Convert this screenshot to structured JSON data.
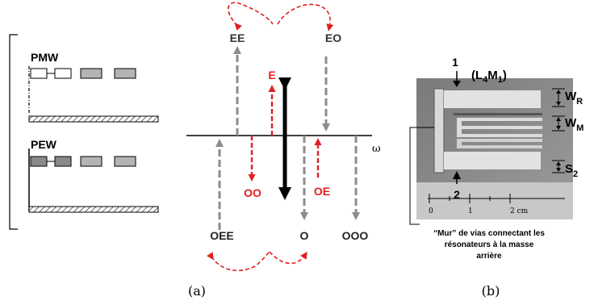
{
  "panel_a": {
    "labels": {
      "pmw": "PMW",
      "pew": "PEW",
      "ee": "EE",
      "eo": "EO",
      "e": "E",
      "oo": "OO",
      "oe": "OE",
      "oee": "OEE",
      "o": "O",
      "ooo": "OOO",
      "omega": "ω"
    },
    "caption": "(a)"
  },
  "panel_b": {
    "labels": {
      "port1": "1",
      "l4m1": "(L",
      "l4m1_sub_l": "4",
      "l4m1_mid": "M",
      "l4m1_sub_m": "1",
      "l4m1_end": ")",
      "port2": "2",
      "wr": "W",
      "wr_sub": "R",
      "wm": "W",
      "wm_sub": "M",
      "s2": "S",
      "s2_sub": "2",
      "ruler_0": "0",
      "ruler_1": "1",
      "ruler_2": "2 cm"
    },
    "note_lines": [
      "“Mur” de vias connectant les",
      "résonateurs à la masse",
      "arrière"
    ],
    "caption": "(b)"
  },
  "colors": {
    "gray_arrow": "#8c8c8c",
    "red_arrow": "#e02020",
    "black": "#000000",
    "box_fill": "#b4b4b4",
    "box_dark": "#8a8a8a",
    "photo_bg": "#8e8e8e",
    "photo_metal": "#e0e0e0"
  }
}
